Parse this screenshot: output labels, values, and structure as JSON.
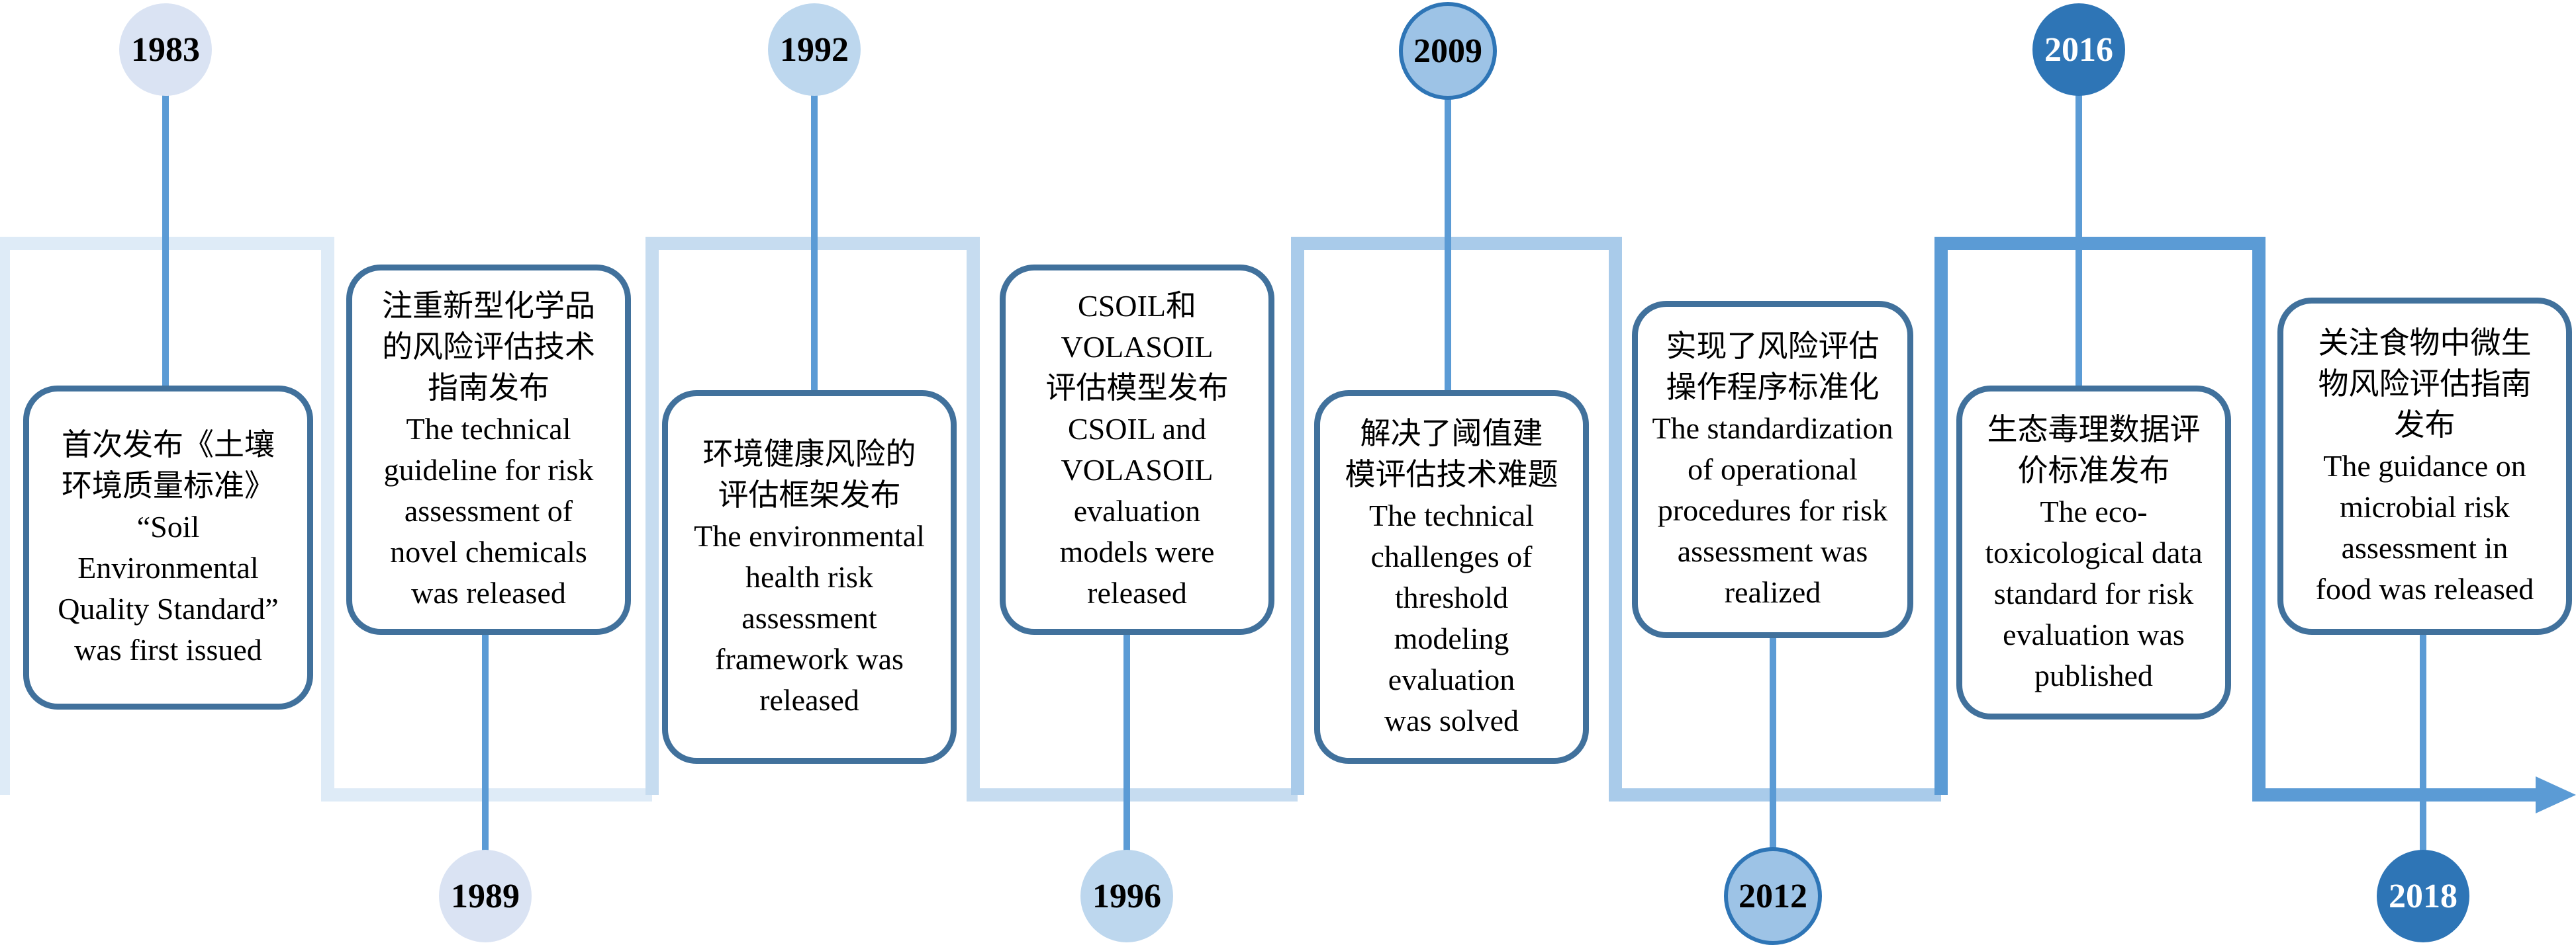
{
  "timeline": {
    "events": [
      {
        "year": "1983",
        "lines": [
          "首次发布《土壤",
          "环境质量标准》",
          "“Soil",
          "Environmental",
          "Quality Standard”",
          "was first issued"
        ]
      },
      {
        "year": "1989",
        "lines": [
          "注重新型化学品",
          "的风险评估技术",
          "指南发布",
          "The technical",
          "guideline for risk",
          "assessment of",
          "novel chemicals",
          "was released"
        ]
      },
      {
        "year": "1992",
        "lines": [
          "环境健康风险的",
          "评估框架发布",
          "The environmental",
          "health risk",
          "assessment",
          "framework was",
          "released"
        ]
      },
      {
        "year": "1996",
        "lines": [
          "CSOIL和",
          "VOLASOIL",
          "评估模型发布",
          "CSOIL and",
          "VOLASOIL",
          "evaluation",
          "models were",
          "released"
        ]
      },
      {
        "year": "2009",
        "lines": [
          "解决了阈值建",
          "模评估技术难题",
          "The technical",
          "challenges of",
          "threshold",
          "modeling",
          "evaluation",
          "was solved"
        ]
      },
      {
        "year": "2012",
        "lines": [
          "实现了风险评估",
          "操作程序标准化",
          "The standardization",
          "of operational",
          "procedures for risk",
          "assessment was",
          "realized"
        ]
      },
      {
        "year": "2016",
        "lines": [
          "生态毒理数据评",
          "价标准发布",
          "The eco-",
          "toxicological data",
          "standard for risk",
          "evaluation was",
          "published"
        ]
      },
      {
        "year": "2018",
        "lines": [
          "关注食物中微生",
          "物风险评估指南",
          "发布",
          "The guidance on",
          "microbial risk",
          "assessment in",
          "food was released"
        ]
      }
    ],
    "colors": {
      "step_shades": [
        "#deebf7",
        "#c6dcf0",
        "#a9cbea",
        "#5b9bd5"
      ],
      "connector": "#5b9bd5",
      "box_border": "#41719c",
      "bubble_shades": [
        "#dae3f3",
        "#bdd7ee",
        "#9dc3e6",
        "#2e75b6"
      ]
    }
  }
}
